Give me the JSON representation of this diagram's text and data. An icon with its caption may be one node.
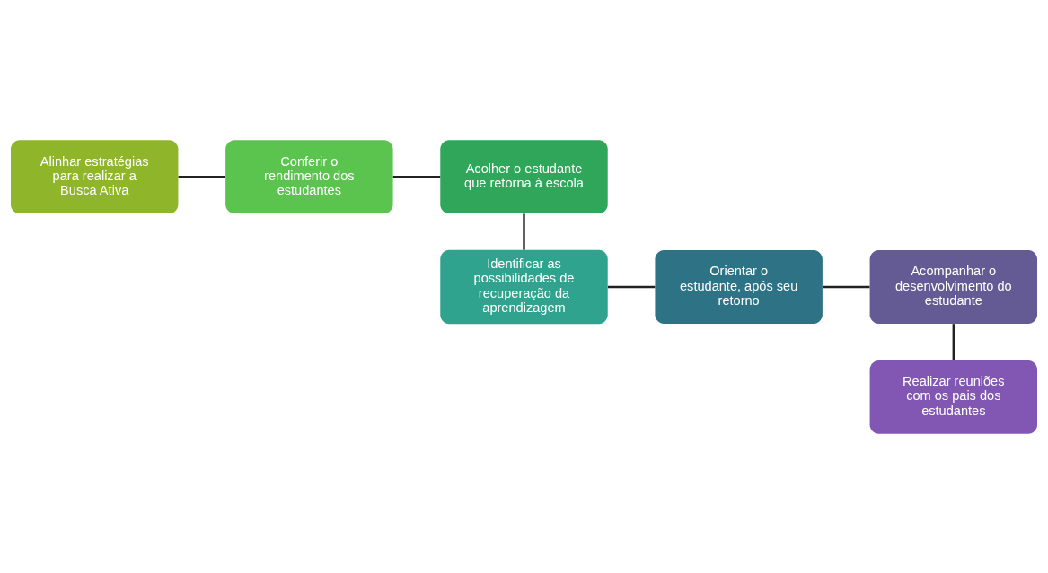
{
  "diagram": {
    "nodes": [
      {
        "text": [
          "Alinhar estratégias para realizar a Busca Ativa"
        ]
      },
      {
        "text": [
          "Conferir o rendimento dos estudantes"
        ]
      },
      {
        "text": [
          "Acolher o estudante que retorna à escola"
        ]
      },
      {
        "text": [
          "Identificar as possibilidades de recuperação da aprendizagem"
        ]
      },
      {
        "text": [
          "Orientar o estudante, após seu retorno"
        ]
      },
      {
        "text": [
          "Acompanhar o desenvolvimento do estudante"
        ]
      },
      {
        "text": [
          "Realizar reuniões com os pais dos estudantes"
        ]
      }
    ],
    "edges": [
      {
        "from": 0,
        "to": 1,
        "arrow": "none"
      },
      {
        "from": 1,
        "to": 2,
        "arrow": "none"
      },
      {
        "from": 2,
        "to": 3,
        "arrow": "none"
      },
      {
        "from": 3,
        "to": 4,
        "arrow": "none"
      },
      {
        "from": 4,
        "to": 5,
        "arrow": "none"
      },
      {
        "from": 5,
        "to": 6,
        "arrow": "none"
      }
    ]
  }
}
